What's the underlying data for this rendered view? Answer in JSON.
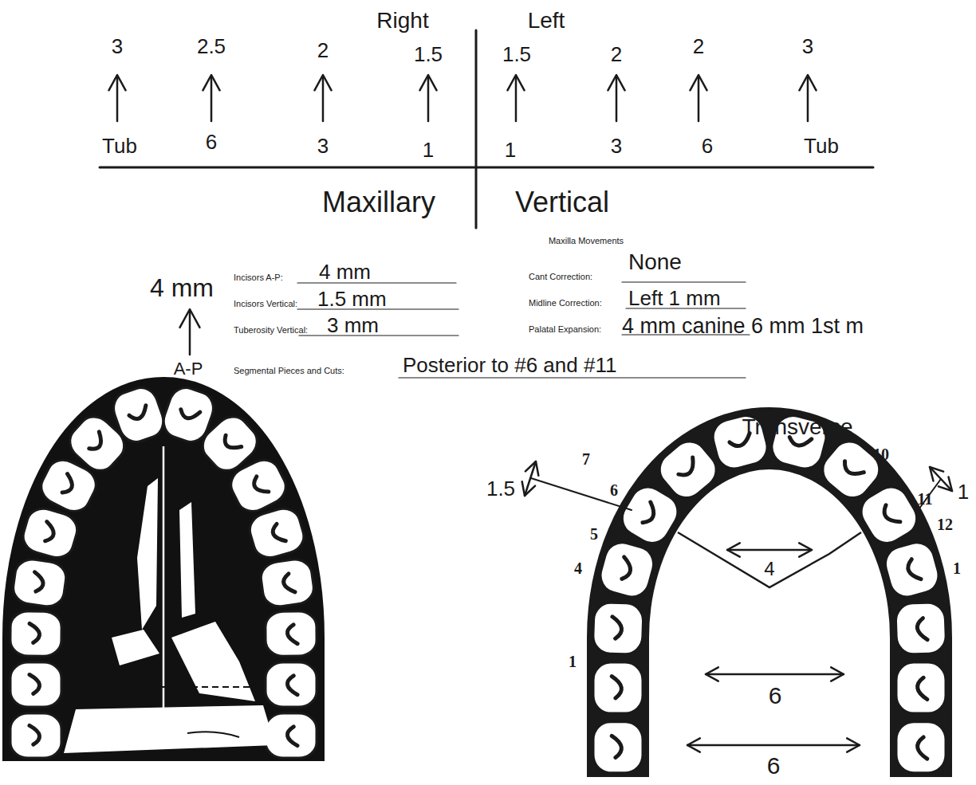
{
  "diagram": {
    "labels": [
      "Right",
      "Left",
      "3",
      "2.5",
      "2",
      "1.5",
      "1.5",
      "2",
      "2",
      "3",
      "Tub",
      "6",
      "3",
      "1",
      "1",
      "3",
      "6",
      "Tub",
      "Maxillary",
      "Vertical",
      "Maxilla Movements",
      "4 mm",
      "A-P",
      "Incisors A-P:",
      "4 mm",
      "Incisors Vertical:",
      "1.5 mm",
      "Tuberosity Vertical:",
      "3 mm",
      "Segmental Pieces and Cuts:",
      "Posterior to #6 and #11",
      "Cant Correction:",
      "None",
      "Midline Correction:",
      "Left 1 mm",
      "Palatal Expansion:",
      "4 mm canine 6 mm 1st m",
      "Transverse",
      "1.5",
      "1",
      "7",
      "10",
      "6",
      "11",
      "5",
      "12",
      "4",
      "1",
      "1",
      "4",
      "6",
      "6"
    ]
  }
}
